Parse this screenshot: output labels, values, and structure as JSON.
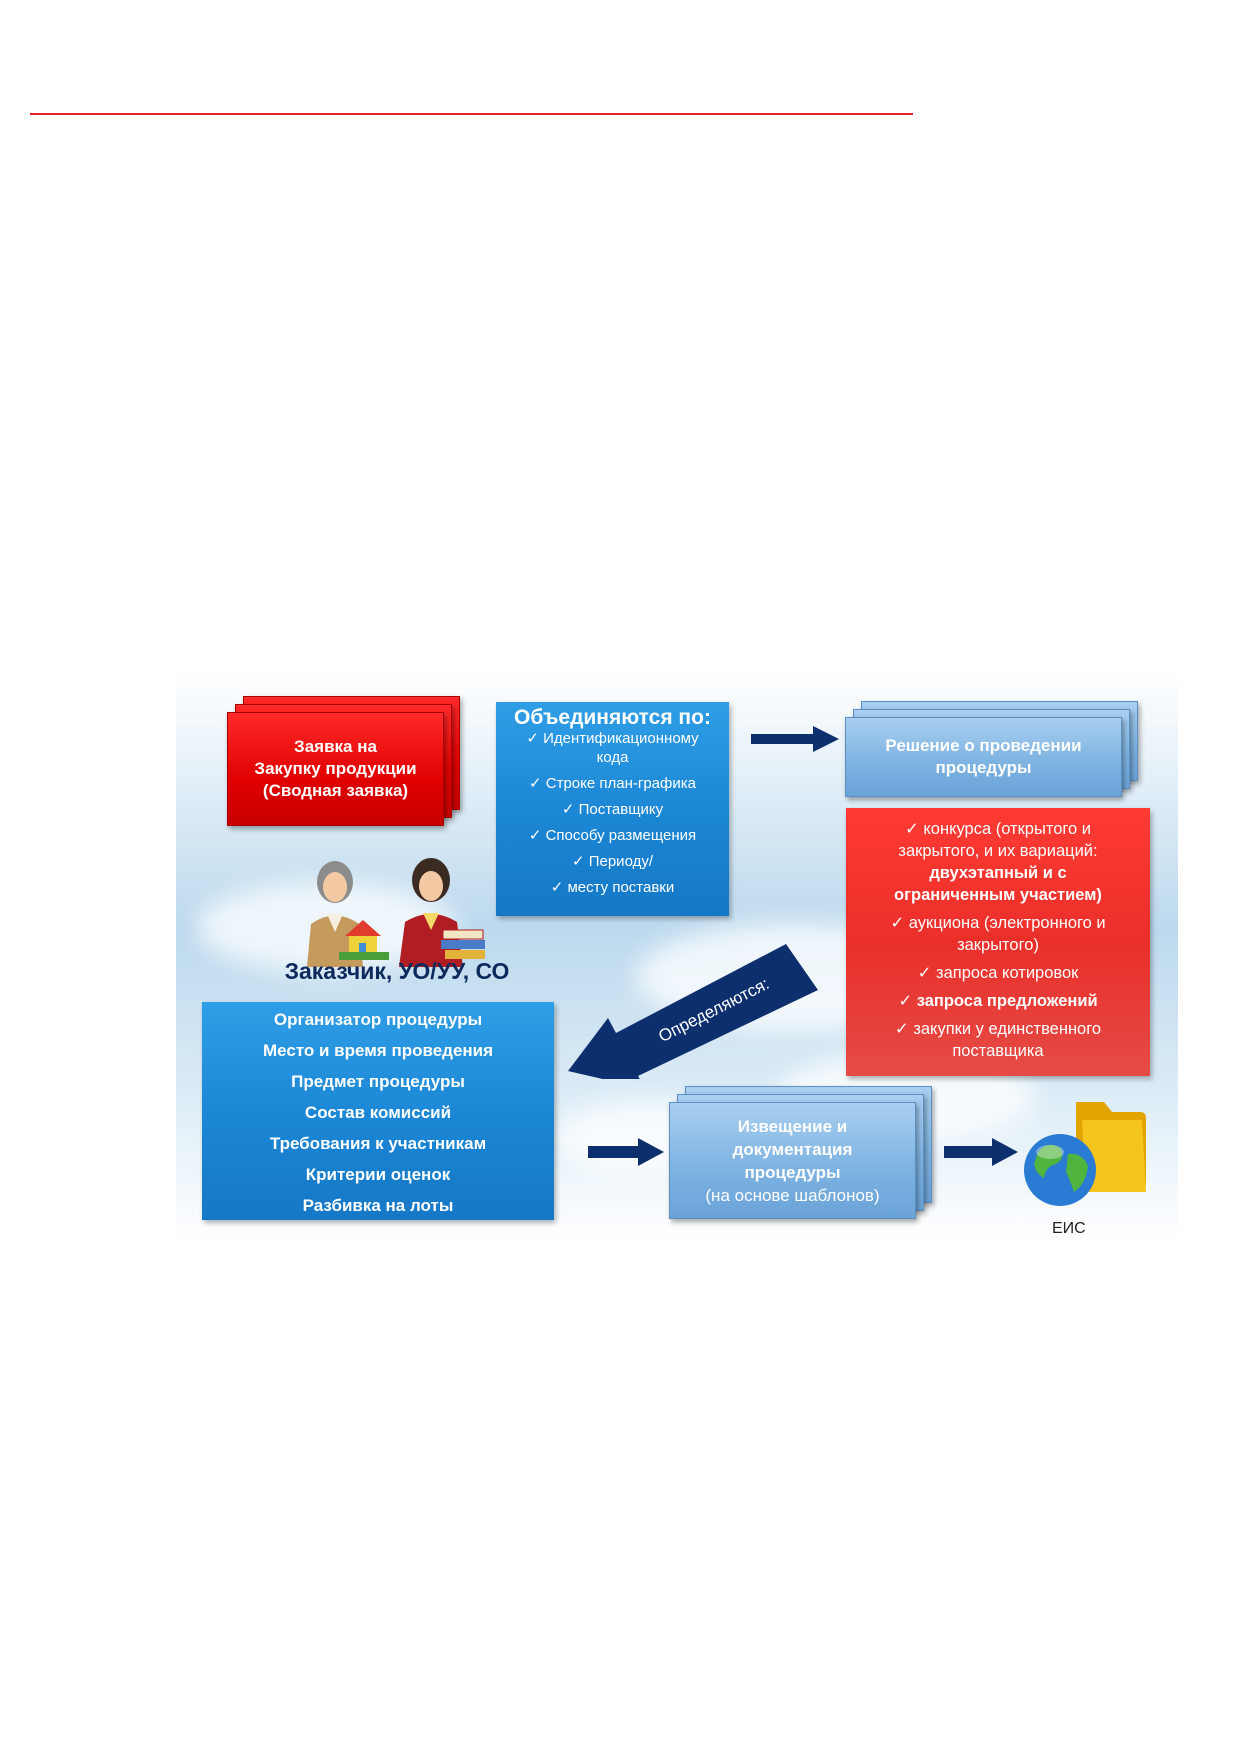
{
  "diagram": {
    "request_box": {
      "lines": [
        "Заявка на",
        "Закупку продукции",
        "(Сводная заявка)"
      ]
    },
    "combine_box": {
      "title": "Объединяются по:",
      "items": [
        [
          "✓ Идентификационному",
          "кода"
        ],
        [
          "✓ Строке план-графика"
        ],
        [
          "✓ Поставщику"
        ],
        [
          "✓ Способу размещения"
        ],
        [
          "✓ Периоду/"
        ],
        [
          "✓ месту поставки"
        ]
      ]
    },
    "decision_box": {
      "lines": [
        "Решение о проведении",
        "процедуры"
      ]
    },
    "methods_box": {
      "items": [
        [
          "✓ конкурса (открытого и",
          "закрытого, и их вариаций:",
          "двухэтапный и с",
          "ограниченным участием)"
        ],
        [
          "✓ аукциона (электронного и",
          "закрытого)"
        ],
        [
          "✓ запроса котировок"
        ],
        [
          "✓ запроса предложений"
        ],
        [
          "✓ закупки у единственного",
          "поставщика"
        ]
      ]
    },
    "customer_label": "Заказчик, УО/УУ, СО",
    "determined_label": "Определяются:",
    "params_box": {
      "items": [
        "Организатор процедуры",
        "Место и время проведения",
        "Предмет процедуры",
        "Состав комиссий",
        "Требования к участникам",
        "Критерии оценок",
        "Разбивка на лоты"
      ]
    },
    "notice_box": {
      "lines": [
        "Извещение и",
        "документация",
        "процедуры",
        "(на основе шаблонов)"
      ]
    },
    "eis_label": "ЕИС",
    "icons": {
      "people": "two-business-women-icon",
      "eis": "globe-folder-icon"
    },
    "colors": {
      "accent_red": "#e8202a",
      "box_red": "#e00000",
      "box_blue": "#1b86d4",
      "box_light_blue": "#7fb4e2",
      "arrow_navy": "#0d2f6e",
      "customer_text": "#0d2a5c"
    }
  }
}
